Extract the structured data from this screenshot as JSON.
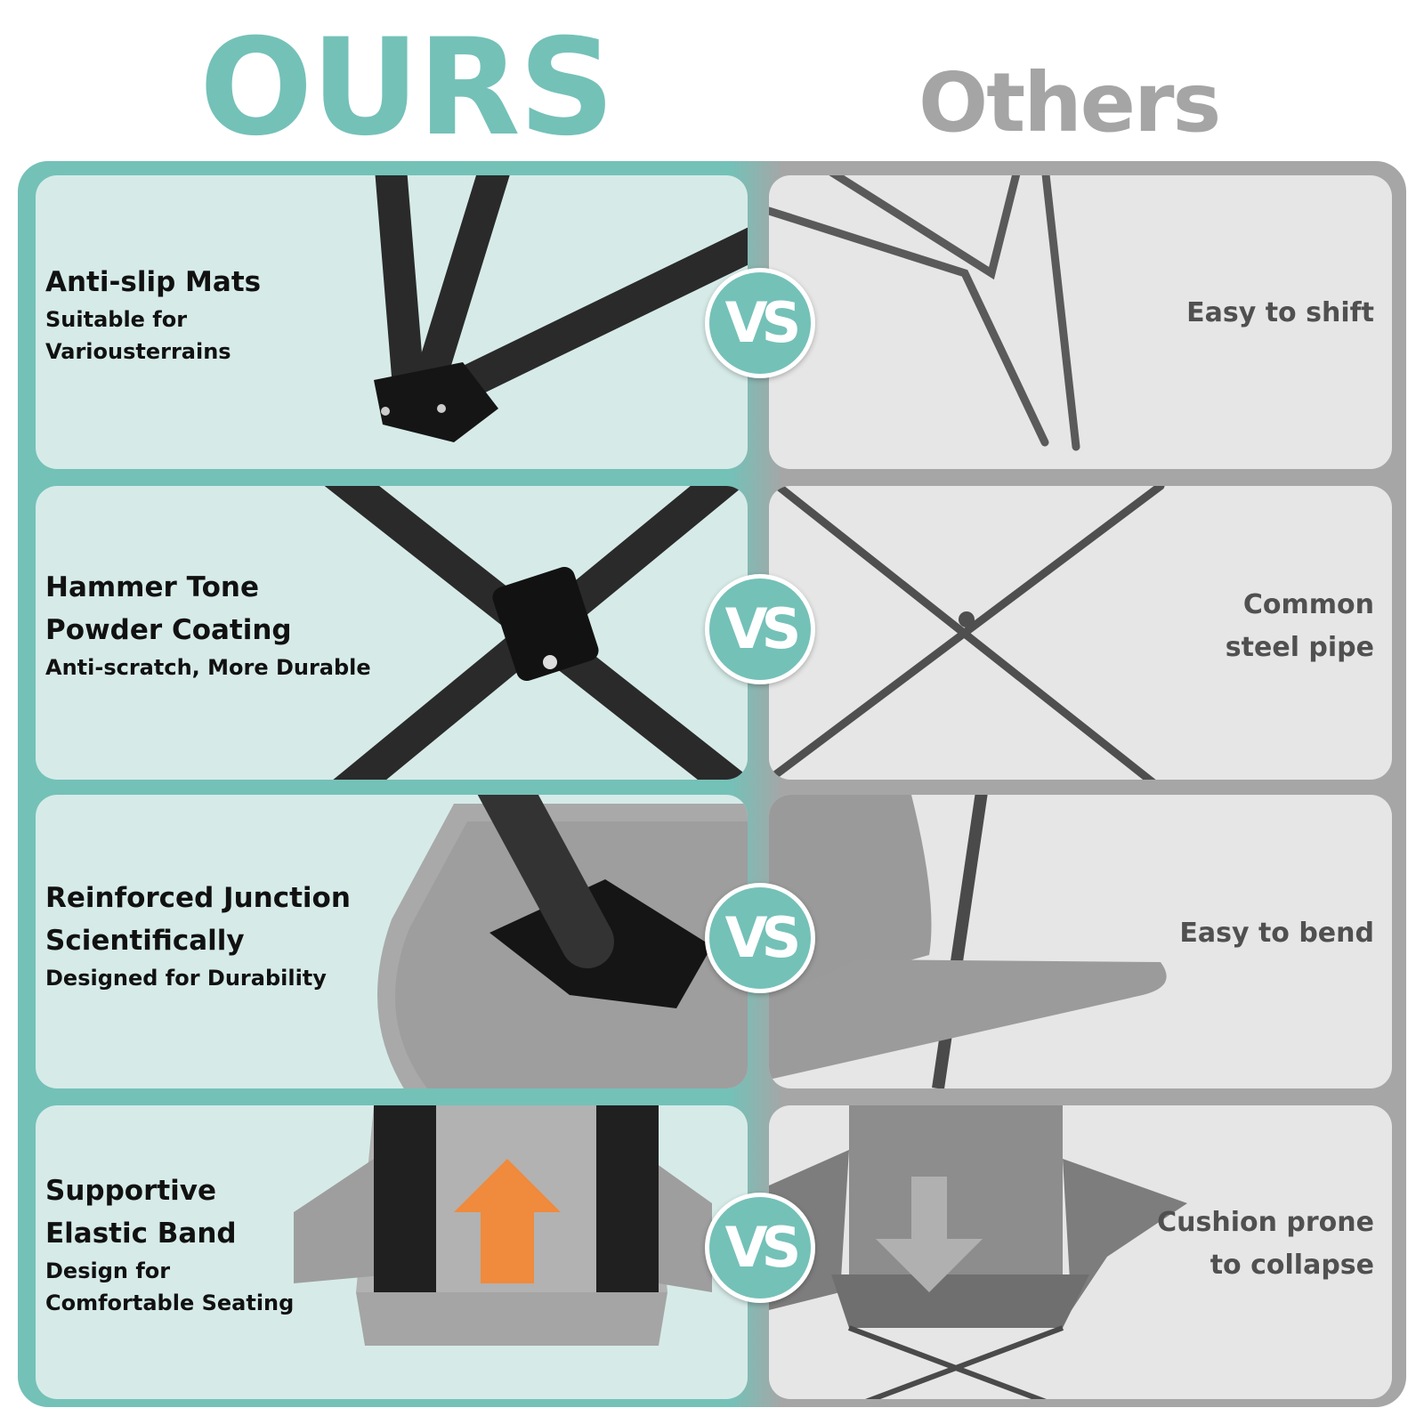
{
  "header": {
    "ours": "OURS",
    "others": "Others"
  },
  "colors": {
    "accent": "#74c1b8",
    "muted": "#a6a6a6",
    "ours_card": "#d6ebe8",
    "others_card": "#e6e6e6",
    "arrow_up": "#f08a3c"
  },
  "vs_label": "VS",
  "rows": [
    {
      "ours": {
        "title": [
          "Anti-slip Mats"
        ],
        "subtitle": [
          "Suitable for",
          "Variousterrains"
        ]
      },
      "others": {
        "text": [
          "Easy to shift"
        ]
      }
    },
    {
      "ours": {
        "title": [
          "Hammer Tone",
          "Powder Coating"
        ],
        "subtitle": [
          "Anti-scratch, More Durable"
        ]
      },
      "others": {
        "text": [
          "Common",
          "steel pipe"
        ]
      }
    },
    {
      "ours": {
        "title": [
          "Reinforced Junction",
          "Scientifically"
        ],
        "subtitle": [
          "Designed for Durability"
        ]
      },
      "others": {
        "text": [
          "Easy to bend"
        ]
      }
    },
    {
      "ours": {
        "title": [
          "Supportive",
          "Elastic Band"
        ],
        "subtitle": [
          "Design for",
          "Comfortable Seating"
        ]
      },
      "others": {
        "text": [
          "Cushion prone",
          "to collapse"
        ]
      }
    }
  ]
}
